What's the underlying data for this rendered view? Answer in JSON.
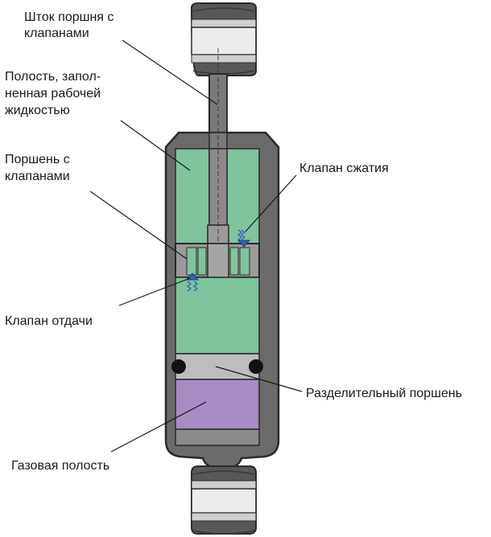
{
  "labels": {
    "rod_line1": "Шток поршня с",
    "rod_line2": "клапанами",
    "fluid_line1": "Полость, запол-",
    "fluid_line2": "ненная рабочей",
    "fluid_line3": "жидкостью",
    "piston_line1": "Поршень с",
    "piston_line2": "клапанами",
    "compression_valve": "Клапан сжатия",
    "rebound_valve": "Клапан отдачи",
    "separator_piston": "Разделительный поршень",
    "gas_chamber": "Газовая полость"
  },
  "colors": {
    "housing": "#6a6a6a",
    "outline": "#2a2a2a",
    "fluid": "#7fc49c",
    "gas": "#a88bc3",
    "separator": "#bdbdbd",
    "valve_arrow": "#2f63b8",
    "mount_light": "#e2e2e2",
    "mount_dark": "#585858"
  }
}
